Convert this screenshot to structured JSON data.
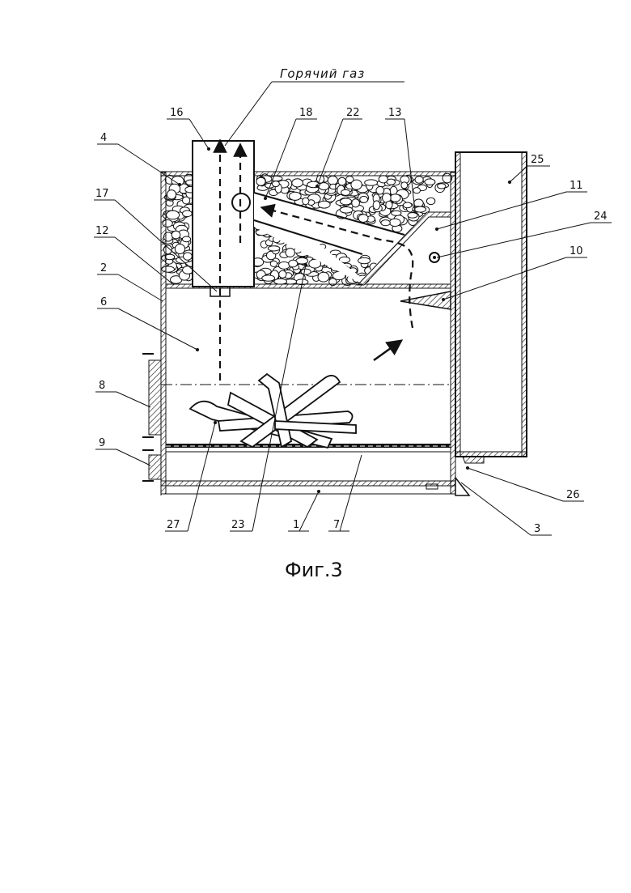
{
  "header_label": "Горячий газ",
  "caption": "Фиг.3",
  "callouts": [
    "16",
    "18",
    "22",
    "13",
    "4",
    "25",
    "17",
    "11",
    "12",
    "24",
    "2",
    "10",
    "6",
    "8",
    "9",
    "26",
    "27",
    "23",
    "1",
    "7",
    "3"
  ]
}
